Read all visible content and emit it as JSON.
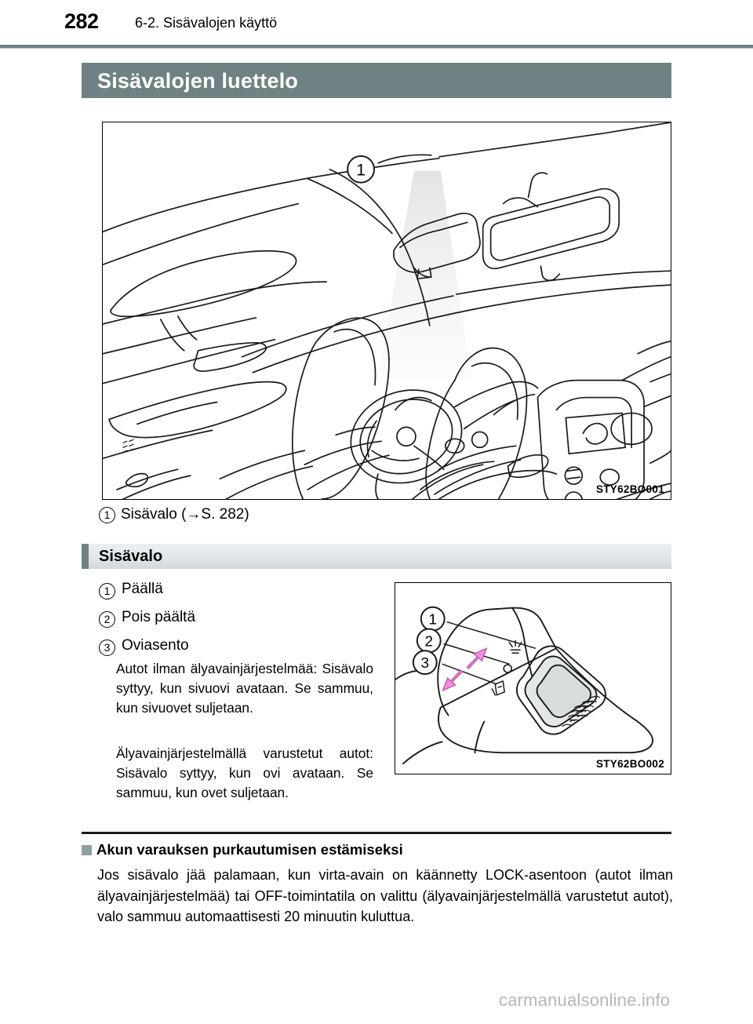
{
  "page": {
    "number": "282",
    "running_title": "6-2. Sisävalojen käyttö"
  },
  "banner": {
    "title": "Sisävalojen luettelo"
  },
  "figure1": {
    "code": "STY62BO001",
    "callouts": [
      "1"
    ],
    "alt_name": "car-interior-illustration"
  },
  "figure1_caption": {
    "number": "1",
    "text": "Sisävalo (→S. 282)"
  },
  "subsection": {
    "title": "Sisävalo"
  },
  "switch_list": [
    {
      "number": "1",
      "label": "Päällä"
    },
    {
      "number": "2",
      "label": "Pois päältä"
    },
    {
      "number": "3",
      "label": "Oviasento"
    }
  ],
  "paragraphs": {
    "p1": "Autot ilman älyavainjärjestelmää: Sisävalo syttyy, kun sivuovi avataan. Se sammuu, kun sivuovet suljetaan.",
    "p2": "Älyavainjärjestelmällä varustetut autot: Sisävalo syttyy, kun ovi avataan. Se sammuu, kun ovet suljetaan."
  },
  "figure2": {
    "code": "STY62BO002",
    "callouts": [
      "1",
      "2",
      "3"
    ],
    "alt_name": "dome-light-switch-illustration",
    "arrow_color": "#ef8fdc"
  },
  "notice": {
    "heading": "Akun varauksen purkautumisen estämiseksi",
    "body": "Jos sisävalo jää palamaan, kun virta-avain on käännetty LOCK-asentoon (autot ilman älyavainjärjestelmää) tai OFF-toimintatila on valittu (älyavainjärjestelmällä varustetut autot), valo sammuu automaattisesti 20 minuutin kuluttua."
  },
  "watermark": {
    "text": "carmanualsonline.info"
  },
  "colors": {
    "accent": "#6f8183",
    "subhead_bg": "#e3e8ea",
    "bullet_square": "#8fa0a0",
    "watermark": "#b6b6b6"
  }
}
